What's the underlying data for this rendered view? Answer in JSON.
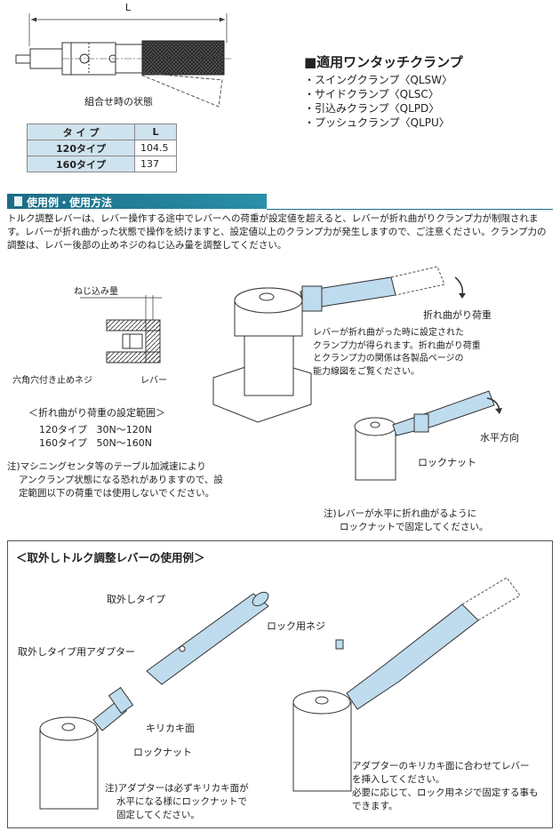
{
  "top_diagram": {
    "dimension_label": "L",
    "caption": "組合せ時の状態"
  },
  "apply": {
    "title": "■適用ワンタッチクランプ",
    "items": [
      "・スイングクランプ〈QLSW〉",
      "・サイドクランプ〈QLSC〉",
      "・引込みクランプ〈QLPD〉",
      "・プッシュクランプ〈QLPU〉"
    ]
  },
  "spec_table": {
    "headers": [
      "タ イ プ",
      "L"
    ],
    "rows": [
      {
        "type": "120タイプ",
        "L": "104.5"
      },
      {
        "type": "160タイプ",
        "L": "137"
      }
    ]
  },
  "section": {
    "title": "使用例・使用方法",
    "body": "トルク調整レバーは、レバー操作する途中でレバーへの荷重が設定値を超えると、レバーが折れ曲がりクランプ力が制限されます。レバーが折れ曲がった状態で操作を続けますと、設定値以上のクランプ力が発生しますので、ご注意ください。クランプ力の調整は、レバー後部の止めネジのねじ込み量を調整してください。"
  },
  "detail": {
    "screw_depth": "ねじ込み量",
    "hex_screw": "六角穴付き止めネジ",
    "lever": "レバー",
    "range_title": "＜折れ曲がり荷重の設定範囲＞",
    "range_rows": [
      {
        "type": "120タイプ",
        "range": "30N～120N"
      },
      {
        "type": "160タイプ",
        "range": "50N～160N"
      }
    ],
    "note": [
      "注)マシニングセンタ等のテーブル加減速により",
      "アンクランプ状態になる恐れがありますので、設",
      "定範囲以下の荷重では使用しないでください。"
    ]
  },
  "right_illus": {
    "bend_load": "折れ曲がり荷重",
    "desc": [
      "レバーが折れ曲がった時に設定された",
      "クランプ力が得られます。折れ曲がり荷重",
      "とクランプ力の関係は各製品ページの",
      "能力線図をご覧ください。"
    ],
    "horizontal": "水平方向",
    "lock_nut": "ロックナット",
    "note": [
      "注)レバーが水平に折れ曲がるように",
      "ロックナットで固定してください。"
    ]
  },
  "box": {
    "title": "＜取外しトルク調整レバーの使用例＞",
    "removable_type": "取外しタイプ",
    "adapter": "取外しタイプ用アダプター",
    "notch": "キリカキ面",
    "lock_nut": "ロックナット",
    "left_note": [
      "注)アダプターは必ずキリカキ面が",
      "水平になる様にロックナットで",
      "固定してください。"
    ],
    "lock_screw": "ロック用ネジ",
    "right_note": [
      "アダプターのキリカキ面に合わせてレバー",
      "を挿入してください。",
      "必要に応じて、ロック用ネジで固定する事も",
      "できます。"
    ]
  },
  "colors": {
    "part_blue": "#bfdcee",
    "section_bar": "#1b6c86",
    "table_header": "#cfe3ee"
  }
}
